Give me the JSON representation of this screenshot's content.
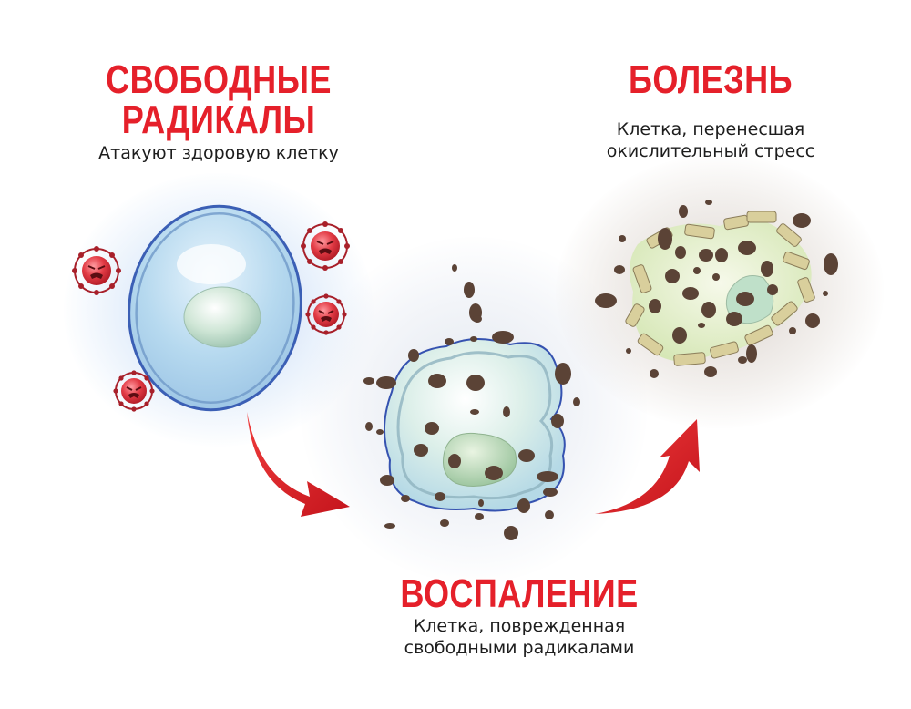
{
  "stages": [
    {
      "id": "free-radicals",
      "title_lines": [
        "СВОБОДНЫЕ",
        "РАДИКАЛЫ"
      ],
      "description_lines": [
        "Атакуют здоровую клетку"
      ]
    },
    {
      "id": "inflammation",
      "title_lines": [
        "ВОСПАЛЕНИЕ"
      ],
      "description_lines": [
        "Клетка, поврежденная",
        "свободными радикалами"
      ]
    },
    {
      "id": "disease",
      "title_lines": [
        "БОЛЕЗНЬ"
      ],
      "description_lines": [
        "Клетка, перенесшая",
        "окислительный стресс"
      ]
    }
  ],
  "arrows": [
    {
      "from": "free-radicals",
      "to": "inflammation"
    },
    {
      "from": "inflammation",
      "to": "disease"
    }
  ],
  "colors": {
    "title_red": "#e5202a",
    "text": "#1d1d1d",
    "healthy_cell_membrane": "#3b5fb5",
    "healthy_cell_fill": "#b9dcf1",
    "radical_red": "#d92c35",
    "debris_brown": "#5b4336",
    "dead_cell_fragment": "#d9cf9c"
  },
  "icons": {
    "free_radical": "angry-face-molecule",
    "arrow": "curved-red-arrow"
  }
}
